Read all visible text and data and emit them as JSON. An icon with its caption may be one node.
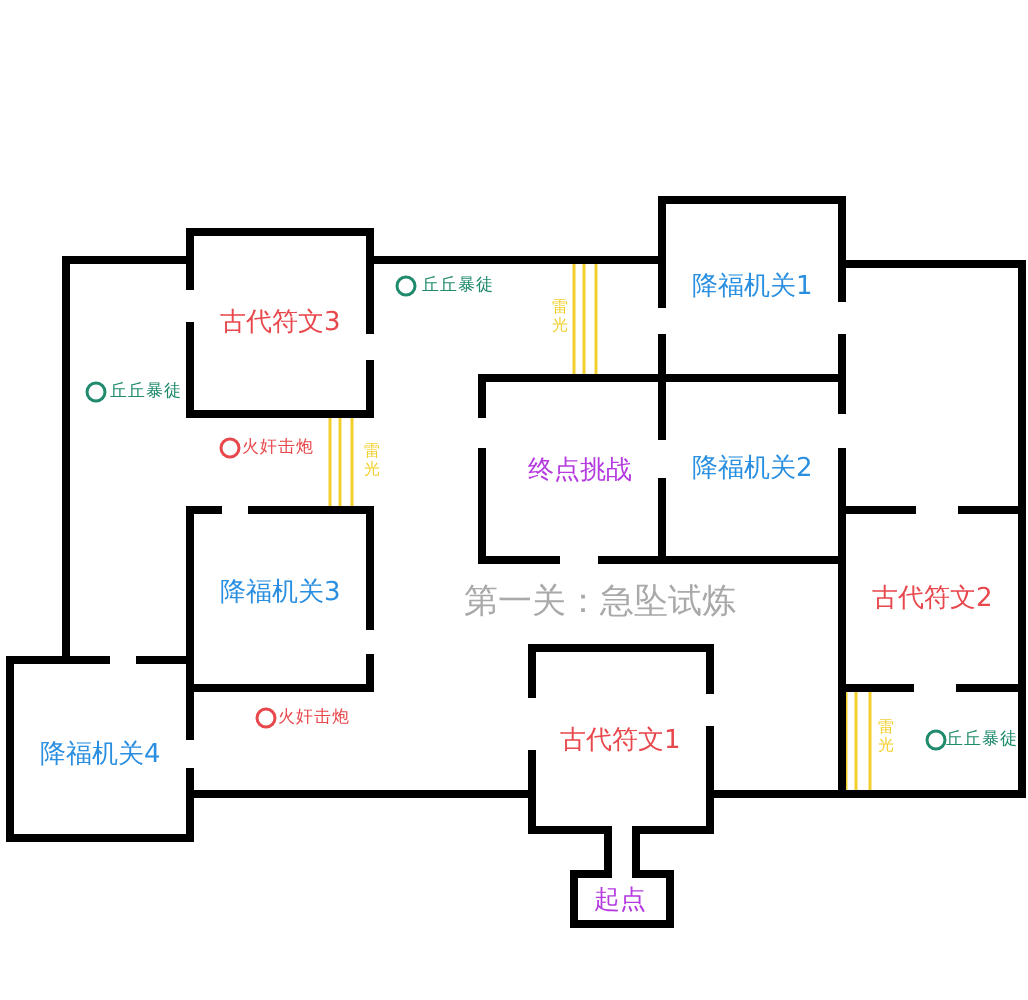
{
  "diagram": {
    "title": "第一关：急坠试炼",
    "nodes": [
      {
        "text": [
          "古代符文3"
        ]
      },
      {
        "text": [
          "降福机关1"
        ]
      },
      {
        "text": [
          "终点挑战"
        ]
      },
      {
        "text": [
          "降福机关2"
        ]
      },
      {
        "text": [
          "降福机关3"
        ]
      },
      {
        "text": [
          "古代符文2"
        ]
      },
      {
        "text": [
          "降福机关4"
        ]
      },
      {
        "text": [
          "古代符文1"
        ]
      },
      {
        "text": [
          "起点"
        ]
      }
    ],
    "labels": [
      "丘丘暴徒",
      "雷光",
      "丘丘暴徒",
      "火奸击炮",
      "雷光",
      "火奸击炮",
      "雷光",
      "丘丘暴徒"
    ]
  }
}
